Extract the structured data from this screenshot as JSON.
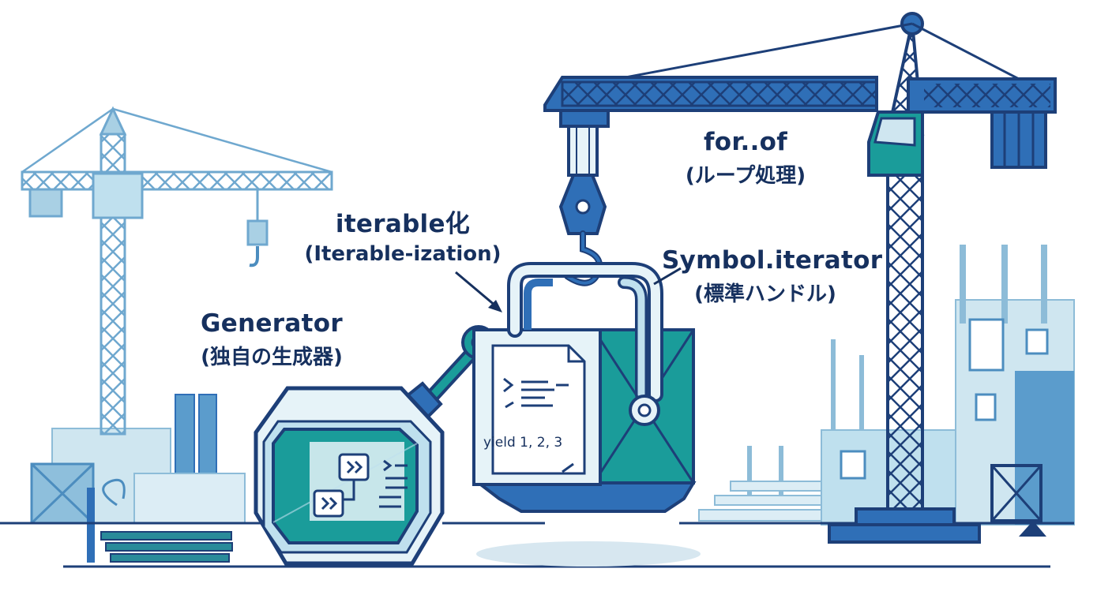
{
  "labels": {
    "generator": {
      "main": "Generator",
      "sub": "(独自の生成器)"
    },
    "iterable": {
      "main": "iterable化",
      "sub": "(Iterable-ization)"
    },
    "symbol": {
      "main": "Symbol.iterator",
      "sub": "(標準ハンドル)"
    },
    "forof": {
      "main": "for..of",
      "sub": "(ループ処理)"
    }
  },
  "crate_code": "yield 1, 2, 3",
  "colors": {
    "navy": "#1d3f78",
    "blue": "#2f6fb7",
    "teal": "#1a9c9a",
    "light_blue": "#bfe0ee",
    "pale": "#e6f3f8",
    "text": "#16305e"
  },
  "icons": [
    "crane-icon",
    "hook-icon",
    "crate-icon",
    "machine-icon",
    "document-icon",
    "arrow-icon"
  ]
}
